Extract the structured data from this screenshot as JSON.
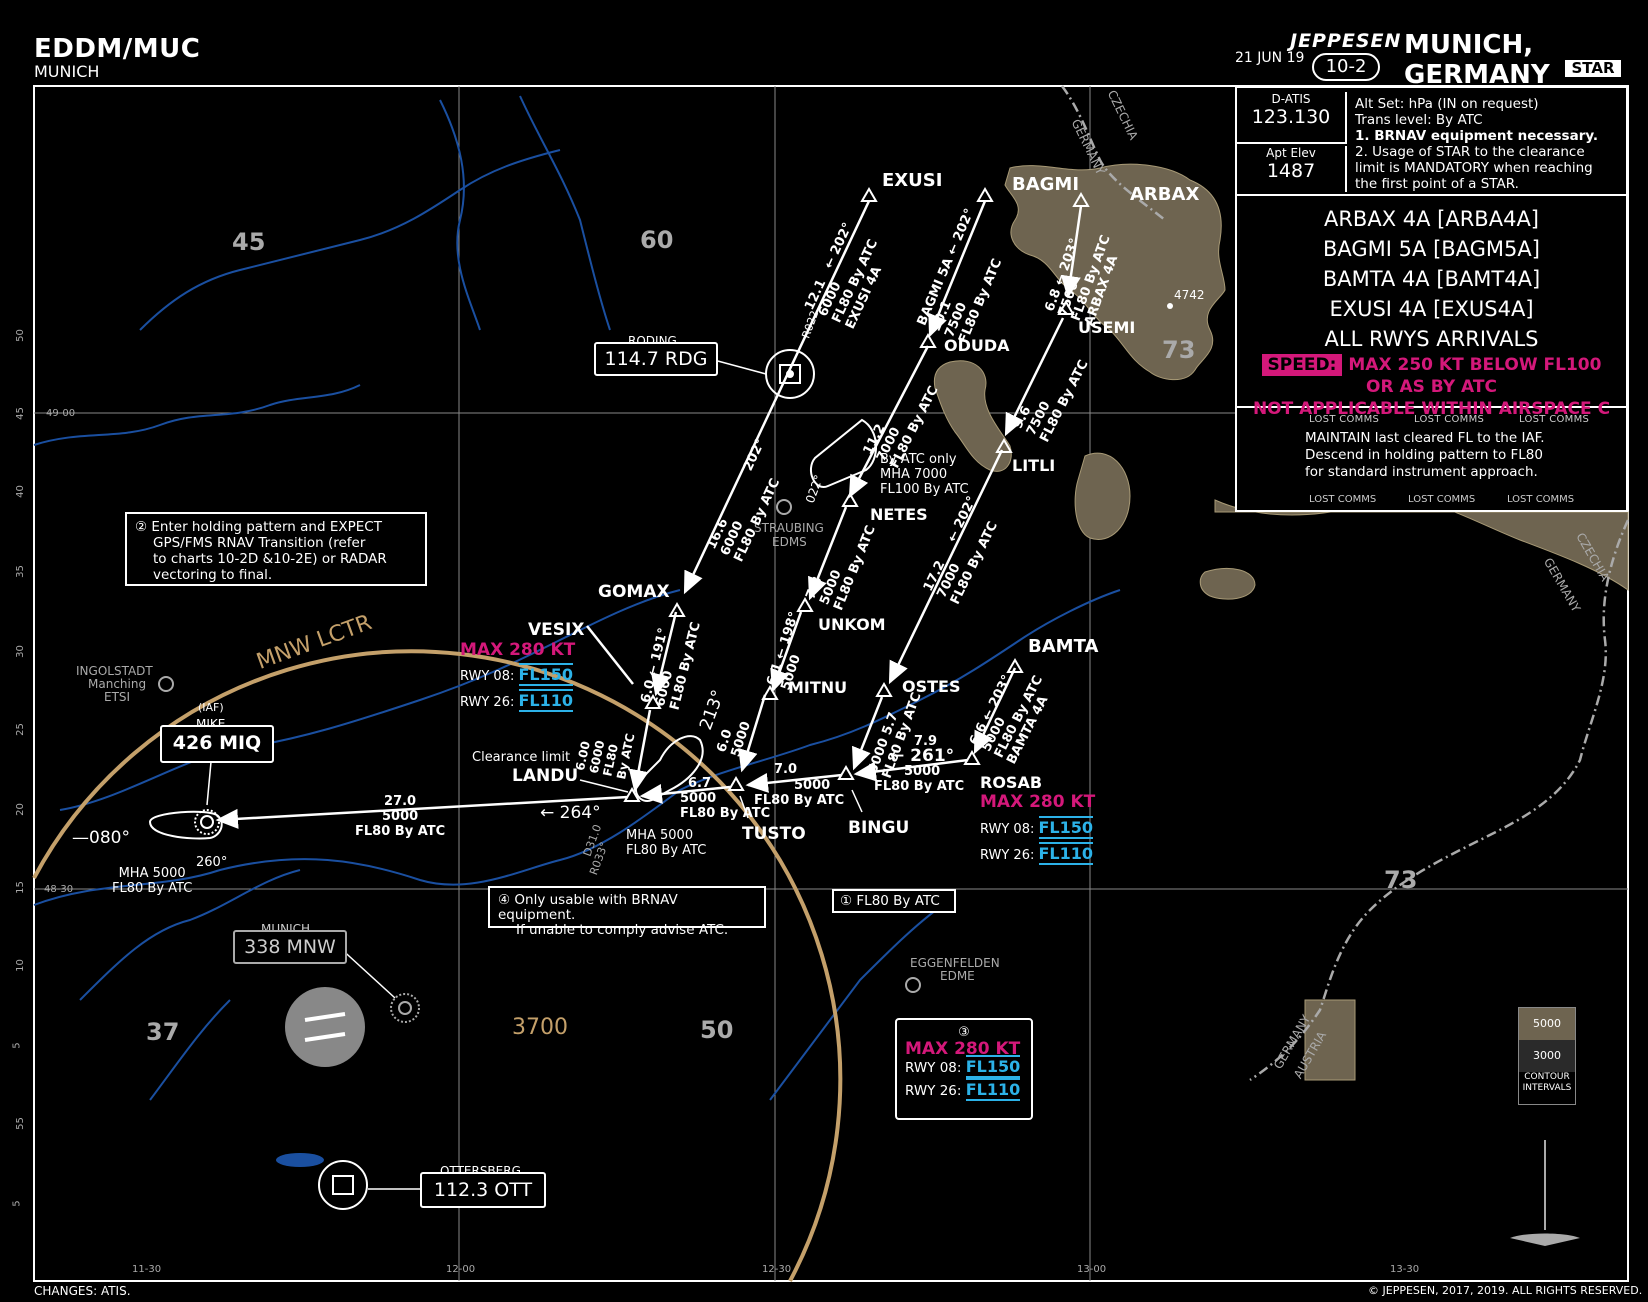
{
  "header": {
    "airport_id": "EDDM/MUC",
    "airport_name": "MUNICH",
    "date": "21 JUN 19",
    "brand": "JEPPESEN",
    "city": "MUNICH, GERMANY",
    "chart_number": "10-2",
    "chart_type": "STAR"
  },
  "panel": {
    "datis_label": "D-ATIS",
    "datis_value": "123.130",
    "elev_label": "Apt Elev",
    "elev_value": "1487",
    "notes": [
      "Alt Set: hPa (IN on request)",
      "Trans level: By ATC",
      "1. BRNAV equipment necessary.",
      "2. Usage of STAR to the clearance",
      "limit is MANDATORY when reaching",
      "the first point of a STAR."
    ],
    "procedures": [
      "ARBAX 4A [ARBA4A]",
      "BAGMI 5A [BAGM5A]",
      "BAMTA 4A [BAMT4A]",
      "EXUSI 4A [EXUS4A]",
      "ALL RWYS ARRIVALS"
    ],
    "speed_tag": "SPEED:",
    "speed_lines": [
      "MAX 250 KT BELOW FL100",
      "OR AS BY ATC",
      "NOT APPLICABLE WITHIN AIRSPACE C"
    ],
    "lost_comms_label": "LOST COMMS",
    "lost_comms_text": [
      "MAINTAIN last cleared FL to the IAF.",
      "Descend in holding pattern to FL80",
      "for standard instrument approach."
    ]
  },
  "fixes": {
    "exusi": "EXUSI",
    "bagmi": "BAGMI",
    "arbax": "ARBAX",
    "oduda": "ODUDA",
    "usemi": "USEMI",
    "litli": "LITLI",
    "netes": "NETES",
    "unkom": "UNKOM",
    "gomax": "GOMAX",
    "vesix": "VESIX",
    "mitnu": "MITNU",
    "ostes": "OSTES",
    "bamta": "BAMTA",
    "landu": "LANDU",
    "tusto": "TUSTO",
    "bingu": "BINGU",
    "rosab": "ROSAB"
  },
  "navaids": {
    "roding_name": "RODING",
    "roding_freq": "114.7 RDG",
    "mike_iaf": "(IAF)",
    "mike_name": "MIKE",
    "mike_freq": "426 MIQ",
    "munich_name": "MUNICH",
    "munich_freq": "338 MNW",
    "ottersberg_name": "OTTERSBERG",
    "ottersberg_freq": "112.3 OTT",
    "straubing": "STRAUBING",
    "straubing_code": "EDMS",
    "ingolstadt": "INGOLSTADT",
    "manching": "Manching",
    "manching_code": "ETSI",
    "eggenfelden": "EGGENFELDEN",
    "eggenfelden_code": "EDME",
    "radial_022": "R022",
    "d31": "D31.0",
    "r033": "R033°"
  },
  "route_labels": {
    "exusi_dist": "12.1",
    "exusi_crs": "202°",
    "exusi_alt": "6000",
    "exusi_fl": "FL80 By ATC",
    "exusi_name": "EXUSI 4A",
    "bagmi_name": "BAGMI 5A",
    "bagmi_dist": "10.1",
    "bagmi_crs": "202°",
    "bagmi_alt": "7500",
    "bagmi_fl": "FL80 By ATC",
    "arbax_dist": "6.8",
    "arbax_crs": "203°",
    "arbax_alt": "7500",
    "arbax_fl": "FL80 By ATC",
    "arbax_name": "ARBAX 4A",
    "oduda_dist": "11.2",
    "oduda_alt": "7000",
    "oduda_fl": "FL80 By ATC",
    "usemi_dist": "9.6",
    "usemi_alt": "7500",
    "usemi_fl": "FL80 By ATC",
    "litli_dist": "17.2",
    "litli_crs": "202°",
    "litli_alt": "7000",
    "litli_fl": "FL80 By ATC",
    "rdg_dist": "16.6",
    "rdg_crs": "202°",
    "rdg_alt": "6000",
    "rdg_fl": "FL80 By ATC",
    "netes_dist": "7.3",
    "netes_alt": "5000",
    "netes_fl": "FL80 By ATC",
    "hold_note": [
      "By ATC only",
      "MHA 7000",
      "FL100 By ATC"
    ],
    "hold_crs": "022°",
    "unkom_dist": "6.1",
    "unkom_crs": "198°",
    "unkom_alt": "5000",
    "mitnu_dist": "6.0",
    "mitnu_alt": "5000",
    "gomax_dist": "6.0",
    "gomax_crs": "191°",
    "gomax_alt": "6000",
    "gomax_fl": "FL80 By ATC",
    "vesix_dist": "6.00",
    "vesix_alt": "6000",
    "vesix_fl": "FL80",
    "vesix_by": "By ATC",
    "vesix_crs": "213°",
    "bamta_dist": "6.6",
    "bamta_crs": "203°",
    "bamta_alt": "5000",
    "bamta_fl": "FL80 By ATC",
    "bamta_name": "BAMTA 4A",
    "ostes_dist": "5.7",
    "ostes_alt": "5000",
    "ostes_fl": "FL80 By ATC",
    "rosab_dist": "7.9",
    "rosab_crs": "261°",
    "rosab_alt": "5000",
    "rosab_fl": "FL80 By ATC",
    "bingu_dist": "7.0",
    "bingu_alt": "5000",
    "bingu_fl": "FL80 By ATC",
    "tusto_dist": "6.7",
    "tusto_alt": "5000",
    "tusto_fl": "FL80 By ATC",
    "landu_clearance": "Clearance limit",
    "landu_mha": "MHA 5000",
    "landu_fl": "FL80 By ATC",
    "mike_dist": "27.0",
    "mike_alt": "5000",
    "mike_fl": "FL80 By ATC",
    "mike_crs": "264°",
    "mike_hold_in": "080°",
    "mike_hold_out": "260°",
    "mike_mha": "MHA 5000",
    "mike_hold_fl": "FL80 By ATC"
  },
  "speed_boxes": {
    "max": "MAX 280 KT",
    "rwy08_label": "RWY 08:",
    "rwy08_value": "FL150",
    "rwy26_label": "RWY 26:",
    "rwy26_value": "FL110"
  },
  "notes": {
    "note2": [
      "Enter holding pattern and EXPECT",
      "GPS/FMS RNAV Transition (refer",
      "to charts 10-2D &10-2E) or RADAR",
      "vectoring to final."
    ],
    "note4": [
      "Only usable with BRNAV equipment.",
      "If unable to comply advise ATC."
    ],
    "note1": "FL80 By ATC"
  },
  "grid_labels": {
    "lon": [
      "11-30",
      "12-00",
      "12-30",
      "13-00",
      "13-30"
    ],
    "lat": [
      "49-00",
      "48-30"
    ],
    "minutes": [
      "50",
      "45",
      "40",
      "35",
      "30",
      "25",
      "20",
      "15",
      "10",
      "5",
      "55",
      "5"
    ]
  },
  "terrain": {
    "msa": [
      "45",
      "60",
      "73",
      "37",
      "50",
      "73"
    ],
    "ctr_name": "MNW LCTR",
    "ctr_alt": "3700",
    "border_labels": [
      "CZECHIA",
      "GERMANY",
      "CZECHIA",
      "GERMANY",
      "GERMANY",
      "AUSTRIA"
    ],
    "elev_spot": "4742",
    "legend_5000": "5000",
    "legend_3000": "3000",
    "legend_title": [
      "CONTOUR",
      "INTERVALS"
    ]
  },
  "footer": {
    "changes": "CHANGES:    ATIS.",
    "copyright": "© JEPPESEN, 2017, 2019. ALL RIGHTS RESERVED."
  }
}
